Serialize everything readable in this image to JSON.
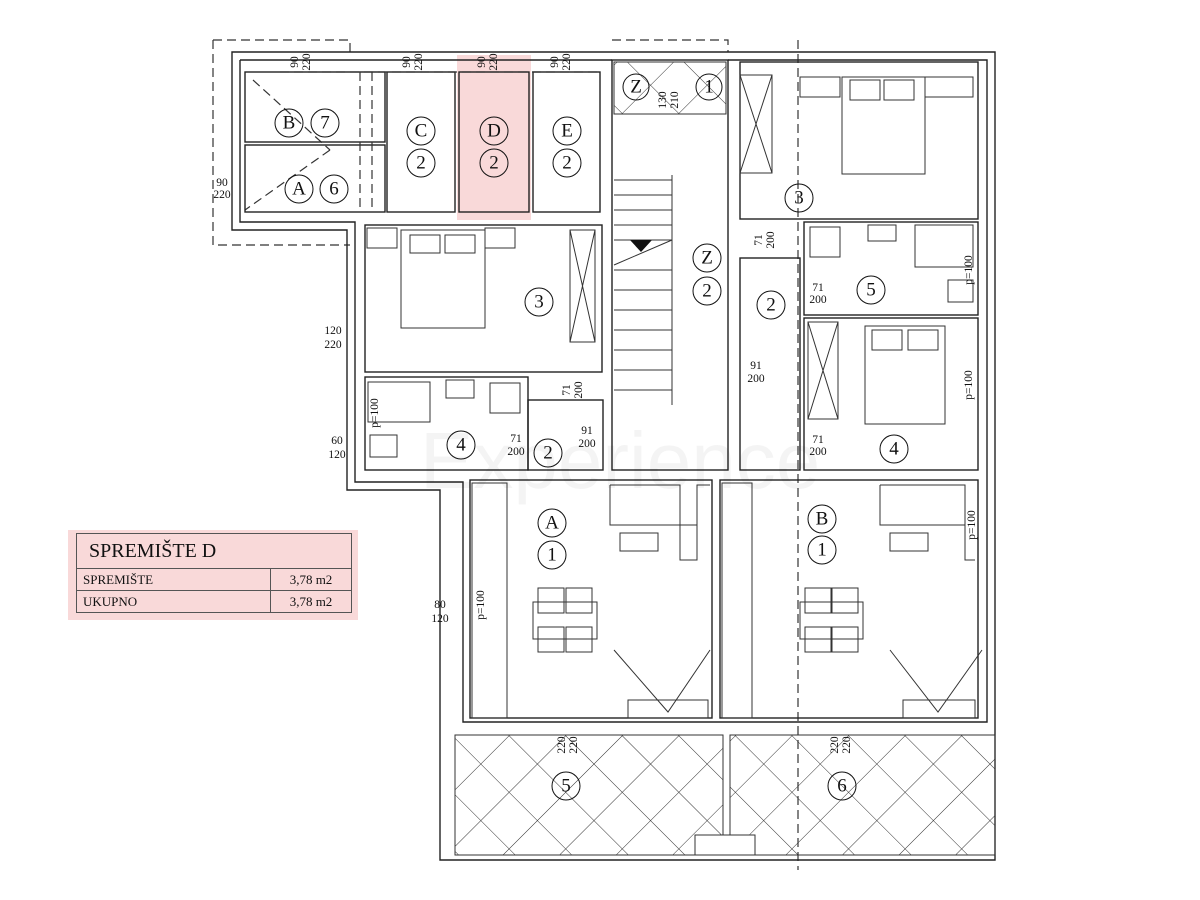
{
  "watermark": "Experience",
  "highlight_color": "#f9d9d9",
  "legend": {
    "title": "SPREMIŠTE D",
    "rows": [
      {
        "label": "SPREMIŠTE",
        "value": "3,78 m2"
      },
      {
        "label": "UKUPNO",
        "value": "3,78 m2"
      }
    ]
  },
  "room_labels": [
    "B",
    "7",
    "A",
    "6",
    "C",
    "2",
    "D",
    "2",
    "E",
    "2",
    "Z",
    "1",
    "Z",
    "2",
    "3",
    "4",
    "2",
    "3",
    "2",
    "5",
    "4",
    "A",
    "1",
    "B",
    "1",
    "5",
    "6"
  ],
  "dims": [
    [
      "90",
      "220"
    ],
    [
      "90",
      "220"
    ],
    [
      "90",
      "220"
    ],
    [
      "90",
      "220"
    ],
    [
      "90",
      "220"
    ],
    [
      "130",
      "210"
    ],
    [
      "120",
      "220"
    ],
    [
      "60",
      "120"
    ],
    [
      "71",
      "200"
    ],
    [
      "71",
      "200"
    ],
    [
      "91",
      "200"
    ],
    [
      "71",
      "200"
    ],
    [
      "71",
      "200"
    ],
    [
      "91",
      "200"
    ],
    [
      "71",
      "200"
    ],
    [
      "80",
      "120"
    ],
    [
      "220",
      "220"
    ],
    [
      "220",
      "220"
    ]
  ],
  "window_note": "p=100"
}
